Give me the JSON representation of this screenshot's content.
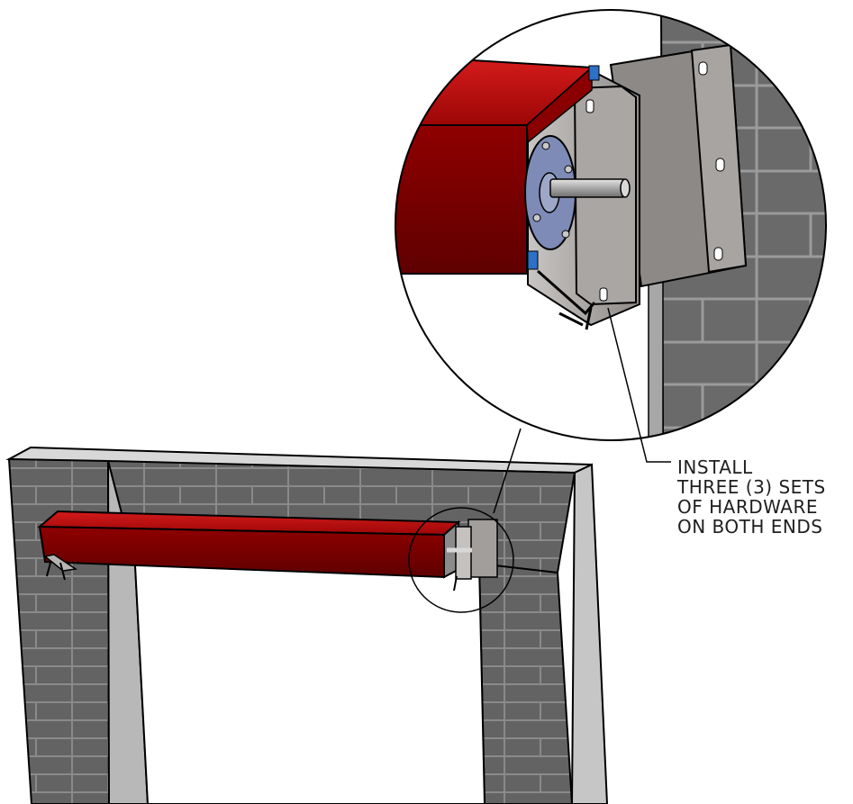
{
  "callout": {
    "lines": [
      "INSTALL",
      "THREE (3) SETS",
      "OF HARDWARE",
      "ON BOTH ENDS"
    ]
  },
  "colors": {
    "wall_concrete": "#5f5f5f",
    "wall_side": "#bfbfbf",
    "cover_red": "#bf1010",
    "cover_red_dark": "#6f0000",
    "bracket_gray": "#9c9896",
    "mount_plate": "#7e7a78",
    "fastener_blue": "#2c70c8",
    "outline": "#000000"
  }
}
